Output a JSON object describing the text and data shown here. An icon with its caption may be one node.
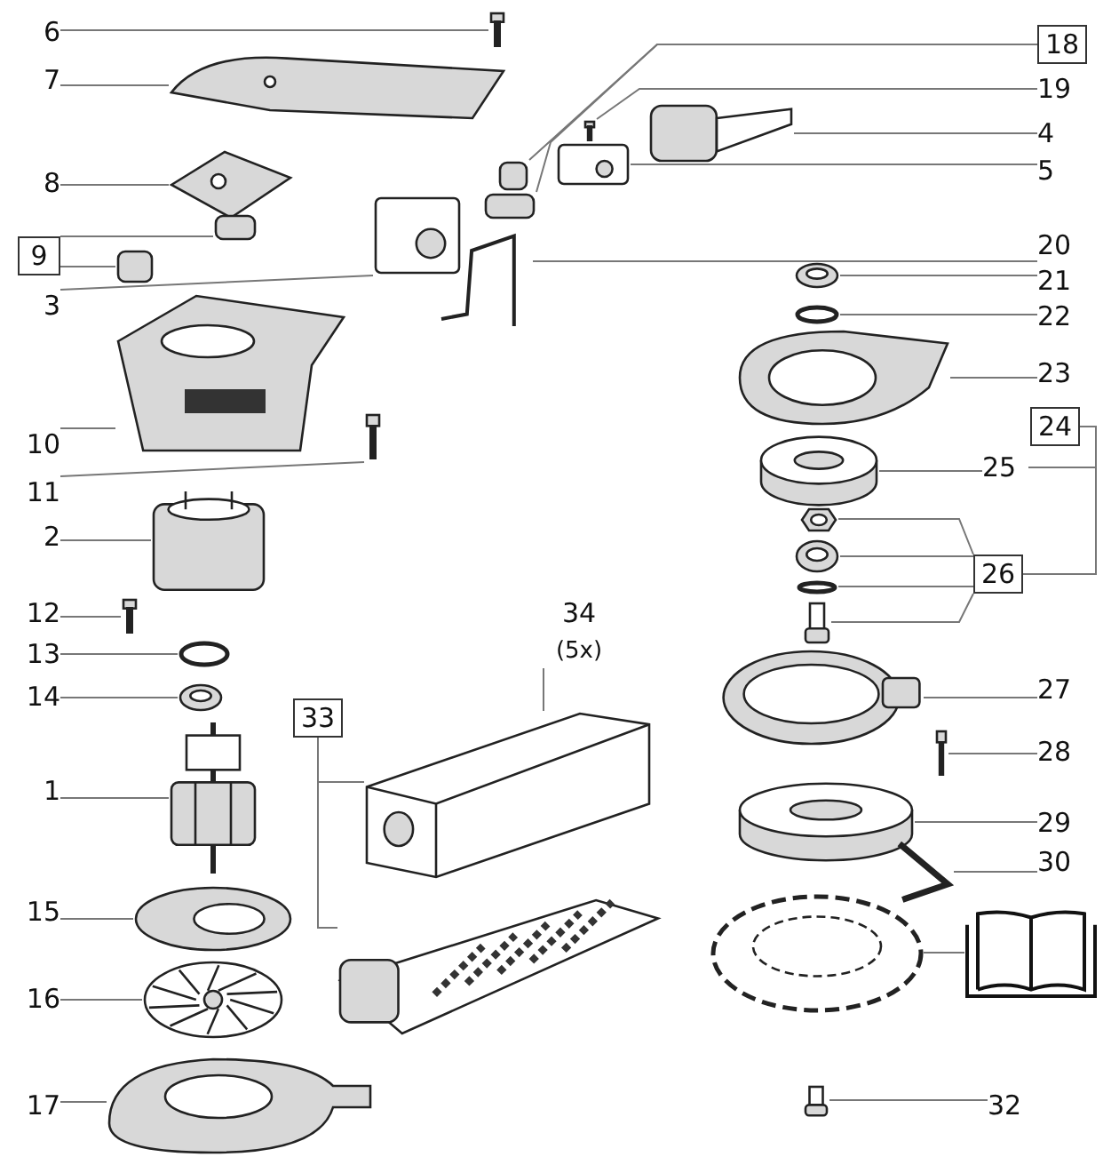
{
  "diagram": {
    "nodes": [
      {
        "text": [
          "6"
        ]
      },
      {
        "text": [],
        "shape": "picture"
      },
      {
        "text": [
          "7"
        ]
      },
      {
        "text": [],
        "shape": "picture"
      },
      {
        "text": [
          "8"
        ]
      },
      {
        "text": [],
        "shape": "picture"
      },
      {
        "text": [
          "9"
        ]
      },
      {
        "text": [],
        "shape": "box"
      },
      {
        "text": [],
        "shape": "box"
      },
      {
        "text": [
          "3"
        ]
      },
      {
        "text": [],
        "shape": "picture"
      },
      {
        "text": [
          "10"
        ]
      },
      {
        "text": [],
        "shape": "picture"
      },
      {
        "text": [
          "11"
        ]
      },
      {
        "text": [],
        "shape": "picture"
      },
      {
        "text": [
          "2"
        ]
      },
      {
        "text": [],
        "shape": "box"
      },
      {
        "text": [
          "12"
        ]
      },
      {
        "text": [],
        "shape": "picture"
      },
      {
        "text": [
          "13"
        ]
      },
      {
        "text": [],
        "shape": "circle"
      },
      {
        "text": [
          "14"
        ]
      },
      {
        "text": [],
        "shape": "picture"
      },
      {
        "text": [
          "1"
        ]
      },
      {
        "text": [],
        "shape": "picture"
      },
      {
        "text": [
          "15"
        ]
      },
      {
        "text": [],
        "shape": "picture"
      },
      {
        "text": [
          "16"
        ]
      },
      {
        "text": [],
        "shape": "picture"
      },
      {
        "text": [
          "17"
        ]
      },
      {
        "text": [],
        "shape": "picture"
      },
      {
        "text": [
          "18"
        ]
      },
      {
        "text": [],
        "shape": "box"
      },
      {
        "text": [],
        "shape": "box"
      },
      {
        "text": [
          "19"
        ]
      },
      {
        "text": [],
        "shape": "picture"
      },
      {
        "text": [
          "4"
        ]
      },
      {
        "text": [],
        "shape": "picture"
      },
      {
        "text": [
          "5"
        ]
      },
      {
        "text": [],
        "shape": "picture"
      },
      {
        "text": [
          "20"
        ]
      },
      {
        "text": [],
        "shape": "picture"
      },
      {
        "text": [
          "21"
        ]
      },
      {
        "text": [],
        "shape": "picture"
      },
      {
        "text": [
          "22"
        ]
      },
      {
        "text": [],
        "shape": "circle"
      },
      {
        "text": [
          "23"
        ]
      },
      {
        "text": [],
        "shape": "picture"
      },
      {
        "text": [
          "24"
        ]
      },
      {
        "text": [
          "25"
        ]
      },
      {
        "text": [],
        "shape": "picture"
      },
      {
        "text": [
          "26"
        ]
      },
      {
        "text": [],
        "shape": "picture"
      },
      {
        "text": [],
        "shape": "picture"
      },
      {
        "text": [],
        "shape": "circle"
      },
      {
        "text": [],
        "shape": "picture"
      },
      {
        "text": [
          "27"
        ]
      },
      {
        "text": [],
        "shape": "picture"
      },
      {
        "text": [
          "28"
        ]
      },
      {
        "text": [],
        "shape": "picture"
      },
      {
        "text": [
          "29"
        ]
      },
      {
        "text": [],
        "shape": "picture"
      },
      {
        "text": [
          "30"
        ]
      },
      {
        "text": [],
        "shape": "picture"
      },
      {
        "text": [],
        "shape": "picture"
      },
      {
        "text": [],
        "shape": "picture"
      },
      {
        "text": [
          "32"
        ]
      },
      {
        "text": [],
        "shape": "picture"
      },
      {
        "text": [
          "33"
        ]
      },
      {
        "text": [],
        "shape": "picture"
      },
      {
        "text": [],
        "shape": "picture"
      },
      {
        "text": [
          "34",
          "(5x)"
        ]
      }
    ],
    "edges": [
      {
        "from": 0,
        "to": 1,
        "arrow": "none"
      },
      {
        "from": 2,
        "to": 3,
        "arrow": "none"
      },
      {
        "from": 4,
        "to": 5,
        "arrow": "none"
      },
      {
        "from": 6,
        "to": 7,
        "arrow": "none"
      },
      {
        "from": 6,
        "to": 8,
        "arrow": "none"
      },
      {
        "from": 9,
        "to": 10,
        "arrow": "none"
      },
      {
        "from": 11,
        "to": 12,
        "arrow": "none"
      },
      {
        "from": 13,
        "to": 14,
        "arrow": "none"
      },
      {
        "from": 15,
        "to": 16,
        "arrow": "none"
      },
      {
        "from": 17,
        "to": 18,
        "arrow": "none"
      },
      {
        "from": 19,
        "to": 20,
        "arrow": "none"
      },
      {
        "from": 21,
        "to": 22,
        "arrow": "none"
      },
      {
        "from": 23,
        "to": 24,
        "arrow": "none"
      },
      {
        "from": 25,
        "to": 26,
        "arrow": "none"
      },
      {
        "from": 27,
        "to": 28,
        "arrow": "none"
      },
      {
        "from": 29,
        "to": 30,
        "arrow": "none"
      },
      {
        "from": 31,
        "to": 32,
        "arrow": "none"
      },
      {
        "from": 31,
        "to": 33,
        "arrow": "none"
      },
      {
        "from": 34,
        "to": 35,
        "arrow": "none"
      },
      {
        "from": 36,
        "to": 37,
        "arrow": "none"
      },
      {
        "from": 38,
        "to": 39,
        "arrow": "none"
      },
      {
        "from": 40,
        "to": 41,
        "arrow": "none"
      },
      {
        "from": 42,
        "to": 43,
        "arrow": "none"
      },
      {
        "from": 44,
        "to": 45,
        "arrow": "none"
      },
      {
        "from": 46,
        "to": 47,
        "arrow": "none"
      },
      {
        "from": 49,
        "to": 50,
        "arrow": "none"
      },
      {
        "from": 51,
        "to": 52,
        "arrow": "none"
      },
      {
        "from": 51,
        "to": 53,
        "arrow": "none"
      },
      {
        "from": 51,
        "to": 54,
        "arrow": "none"
      },
      {
        "from": 51,
        "to": 55,
        "arrow": "none"
      },
      {
        "from": 56,
        "to": 57,
        "arrow": "none"
      },
      {
        "from": 58,
        "to": 59,
        "arrow": "none"
      },
      {
        "from": 60,
        "to": 61,
        "arrow": "none"
      },
      {
        "from": 62,
        "to": 63,
        "arrow": "none"
      },
      {
        "from": 64,
        "to": 65,
        "arrow": "none"
      },
      {
        "from": 66,
        "to": 67,
        "arrow": "none"
      },
      {
        "from": 68,
        "to": 69,
        "arrow": "none"
      },
      {
        "from": 68,
        "to": 70,
        "arrow": "none"
      },
      {
        "from": 71,
        "to": 69,
        "arrow": "none"
      },
      {
        "from": 48,
        "to": 49,
        "arrow": "none"
      },
      {
        "from": 48,
        "to": 51,
        "arrow": "none"
      }
    ]
  }
}
